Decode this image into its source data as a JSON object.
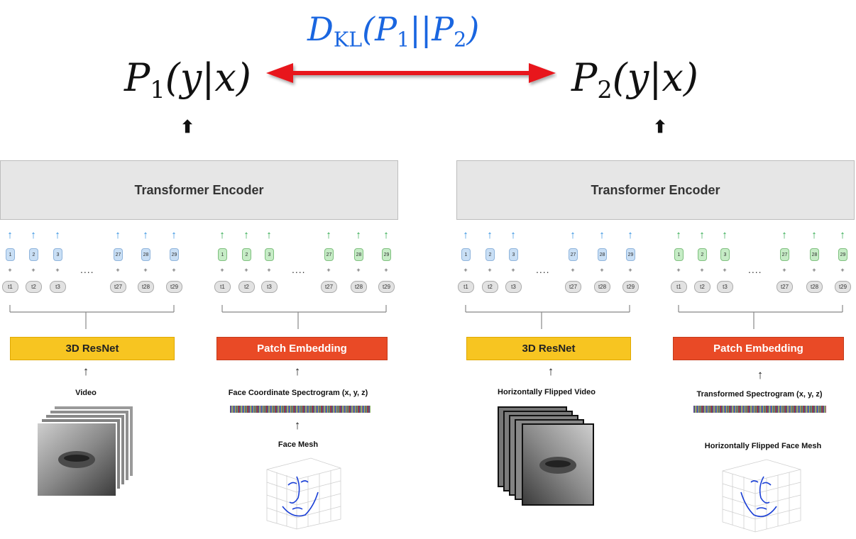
{
  "top": {
    "kl_label": "D_KL(P_1||P_2)",
    "left_prob": "P_1(y|x)",
    "right_prob": "P_2(y|x)",
    "arrow_color": "#e8141a",
    "kl_color": "#1a66e0"
  },
  "left": {
    "encoder_label": "Transformer Encoder",
    "resnet_label": "3D ResNet",
    "patch_label": "Patch Embedding",
    "video_label": "Video",
    "spectrogram_label": "Face Coordinate Spectrogram (x, y, z)",
    "mesh_label": "Face Mesh"
  },
  "right": {
    "encoder_label": "Transformer Encoder",
    "resnet_label": "3D ResNet",
    "patch_label": "Patch Embedding",
    "video_label": "Horizontally Flipped Video",
    "spectrogram_label": "Transformed Spectrogram (x, y, z)",
    "mesh_label": "Horizontally Flipped Face Mesh"
  },
  "tokens": {
    "indices": [
      "1",
      "2",
      "3",
      "27",
      "28",
      "29"
    ],
    "positions": [
      "t1",
      "t2",
      "t3",
      "t27",
      "t28",
      "t29"
    ],
    "plus": "+",
    "ellipsis": "....",
    "up_arrow": "↑"
  },
  "colors": {
    "resnet": "#f7c521",
    "patch": "#e94a26",
    "visual_token": "#c9dff5",
    "mesh_token": "#c6ecc6"
  }
}
